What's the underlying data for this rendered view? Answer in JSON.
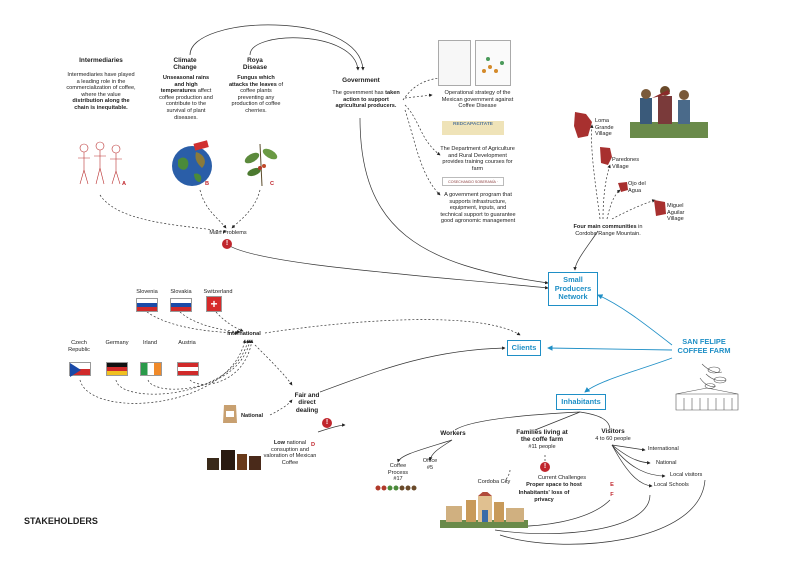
{
  "stakeholders_title": "STAKEHOLDERS",
  "intermediaries": {
    "title": "Intermediaries",
    "text_1": "Intermediaries have played a leading role in the commercialization of coffee, where the value",
    "text_bold": "distribution along the chain is inequitable.",
    "letter": "A"
  },
  "climate": {
    "title_1": "Climate",
    "title_2": "Change",
    "text_bold": "Unseasonal rains and high temperatures",
    "text": "affect coffee production and contribute to the survival of plant diseases.",
    "letter": "B"
  },
  "roya": {
    "title_1": "Roya",
    "title_2": "Disease",
    "text_bold": "Fungus which attacks the leaves",
    "text": "of coffee plants preventing any production of coffee cherries.",
    "letter": "C"
  },
  "main_problems": "Main Problems",
  "government": {
    "title": "Government",
    "text_1": "The government has",
    "text_bold": "taken action to support agricultural producers.",
    "item_1": "Operational strategy of the Mexican government against Coffee Disease",
    "item_2": "The Department of Agriculture and Rural Development provides training courses for farm",
    "item_3": "A government program that supports infrastructure, equipment, inputs, and technical support to guarantee good agronomic management",
    "banner_1": "REDCAPACITATE",
    "banner_2": "COSECHANDO SOBERANÍA · SEGALMEX"
  },
  "villages": [
    {
      "name_1": "Loma",
      "name_2": "Grande",
      "name_3": "Village"
    },
    {
      "name_1": "Paredones",
      "name_2": "Village",
      "name_3": ""
    },
    {
      "name_1": "Ojo del",
      "name_2": "Agua",
      "name_3": ""
    },
    {
      "name_1": "Miguel",
      "name_2": "Aguilar",
      "name_3": "Village"
    }
  ],
  "communities": {
    "text_bold": "Four main communities",
    "text": "in Cordoba Range Mountain."
  },
  "small_producers": {
    "line_1": "Small",
    "line_2": "Producers",
    "line_3": "Network"
  },
  "clients": "Clients",
  "san_felipe": {
    "line_1": "SAN FELIPE",
    "line_2": "COFFEE FARM"
  },
  "inhabitants": "Inhabitants",
  "international_countries": [
    "Slovenia",
    "Slovakia",
    "Switzerland",
    "Czech Republic",
    "Germany",
    "Irland",
    "Austria"
  ],
  "international_label": "International",
  "national_label": "National",
  "fair_trade": {
    "line_1": "Fair and",
    "line_2": "direct",
    "line_3": "dealing"
  },
  "low_consumption": {
    "text_bold": "Low",
    "text": "national consuption and valoration of Mexican Coffee",
    "letter": "D"
  },
  "workers": {
    "title": "Workers",
    "coffee_process": "Coffee Process",
    "coffee_process_count": "#17",
    "office": "Office",
    "office_count": "#5"
  },
  "families": {
    "title_1": "Families living at",
    "title_2": "the coffe farm",
    "count": "#11 people"
  },
  "visitors": {
    "title": "Visitors",
    "count": "4 to 60 people",
    "types": [
      "International",
      "National",
      "Local visitors",
      "Local Schools"
    ]
  },
  "cordoba_city": "Cordoba City",
  "challenges": {
    "title": "Current Challenges",
    "item_1": "Proper space to host",
    "item_2": "Inhabitants' loss of privacy",
    "letter_1": "E",
    "letter_2": "F"
  },
  "colors": {
    "accent": "#1f8fc6",
    "alert": "#c0262d",
    "text": "#222222"
  }
}
